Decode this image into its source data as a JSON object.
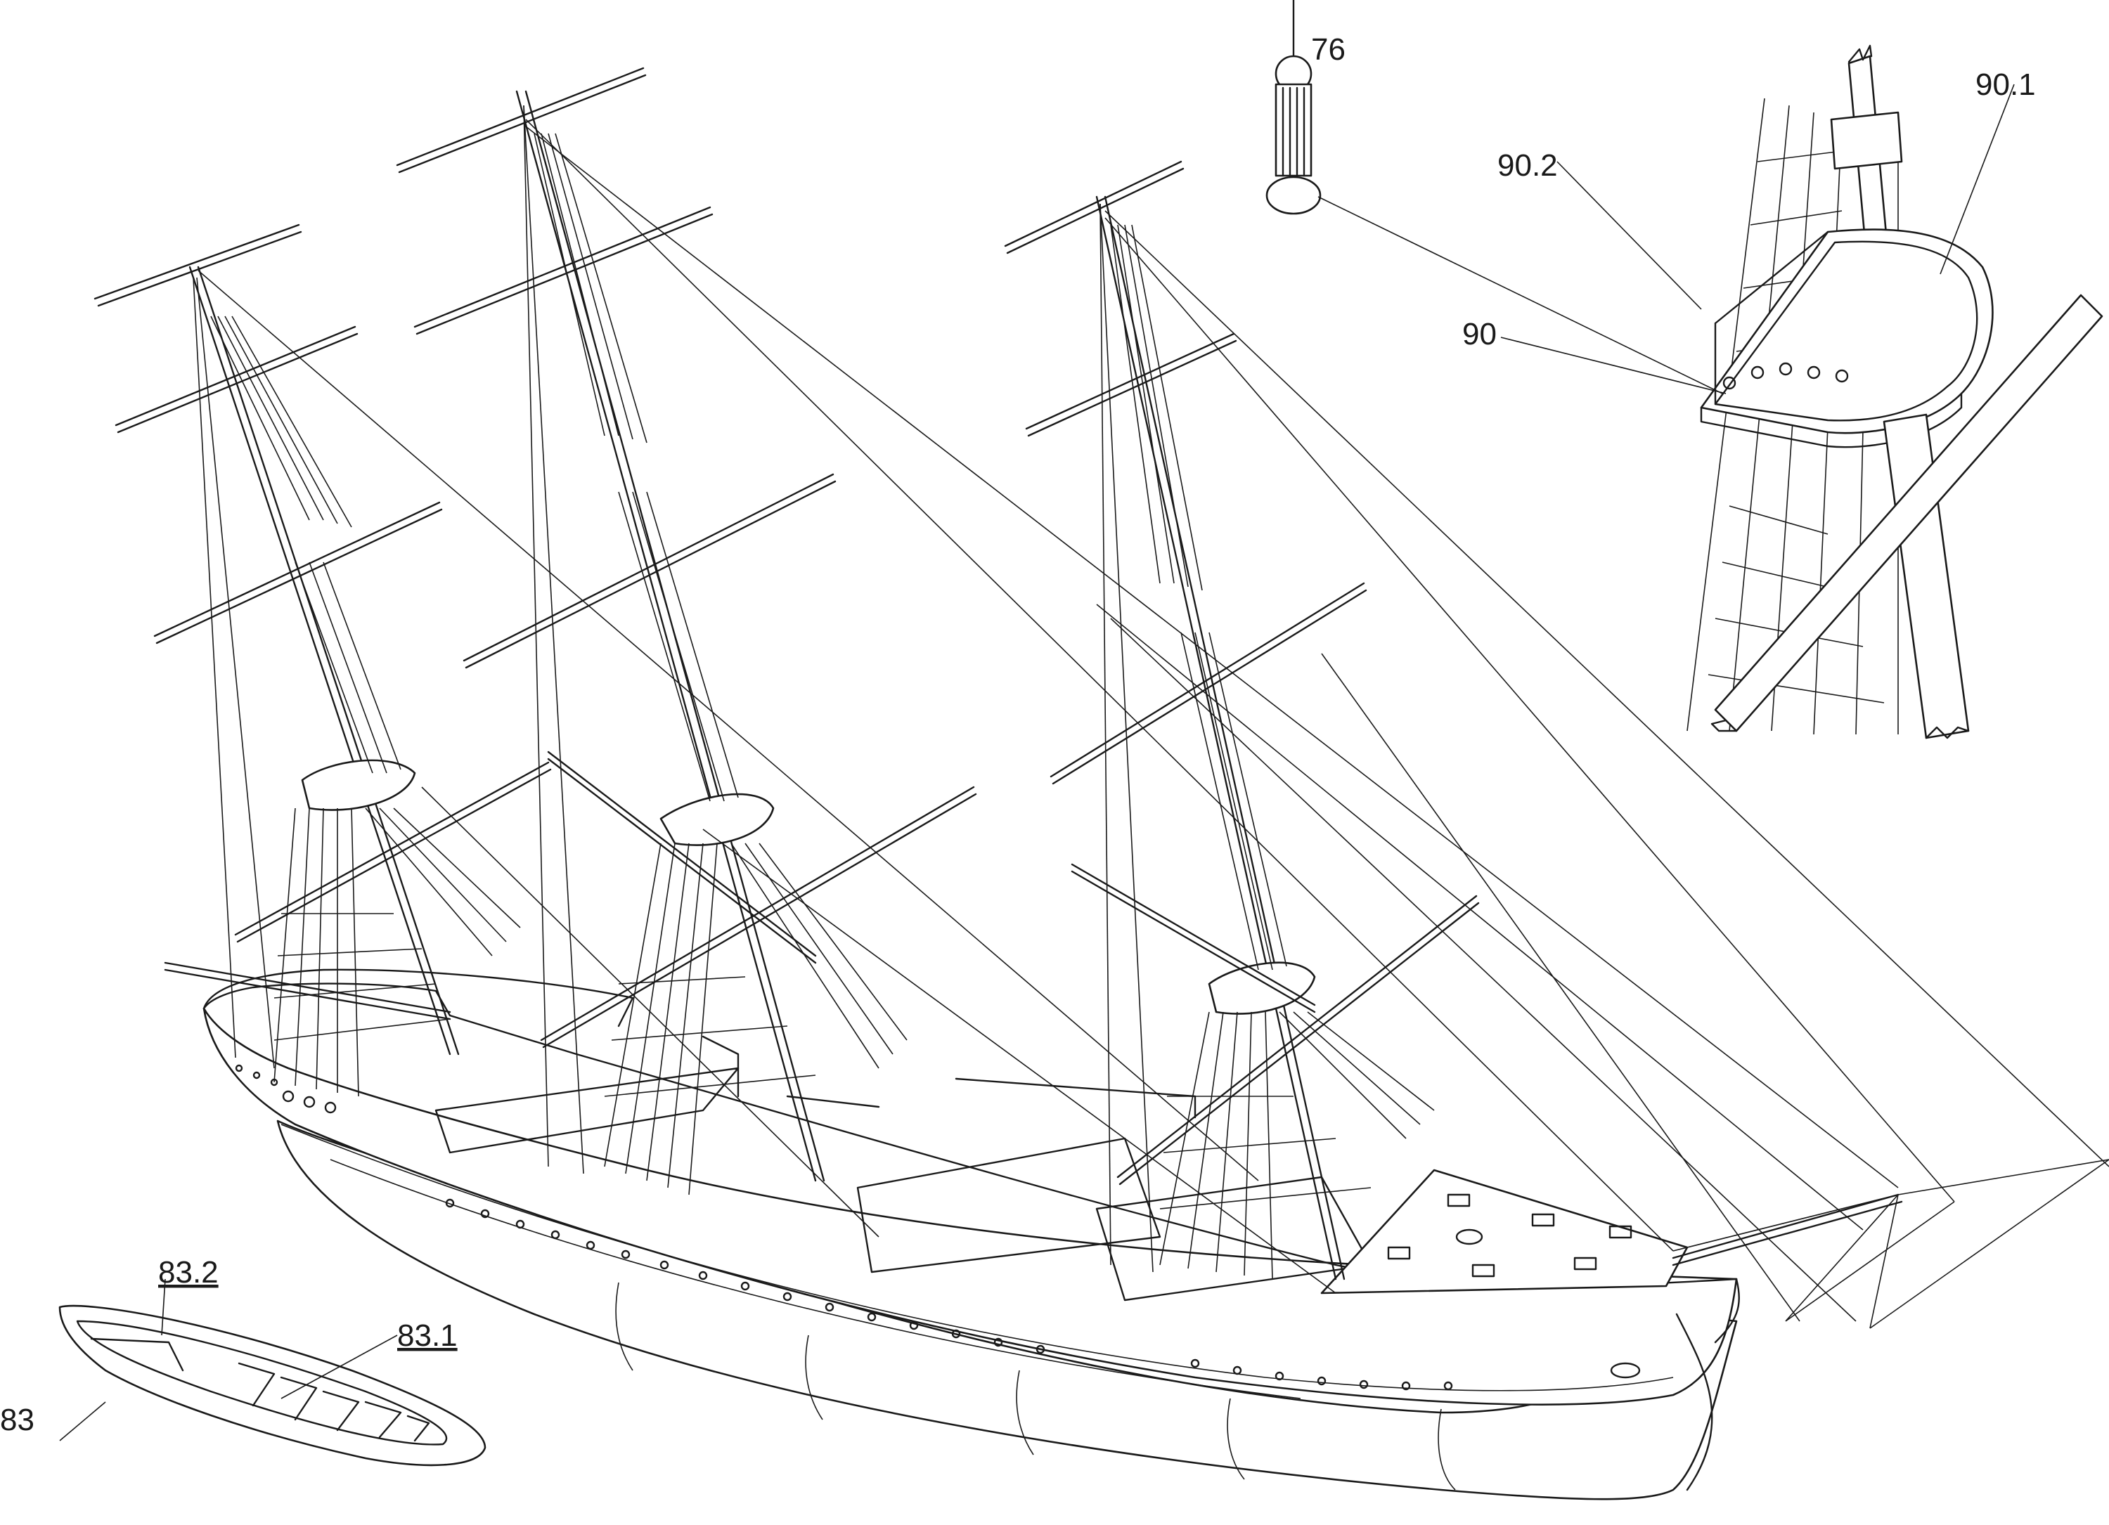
{
  "labels": {
    "part_76": "76",
    "part_90": "90",
    "part_90_1": "90.1",
    "part_90_2": "90.2",
    "part_83": "83",
    "part_83_1": "83.1",
    "part_83_2": "83.2"
  },
  "colors": {
    "ink": "#1a1a1a",
    "paper": "#ffffff"
  }
}
